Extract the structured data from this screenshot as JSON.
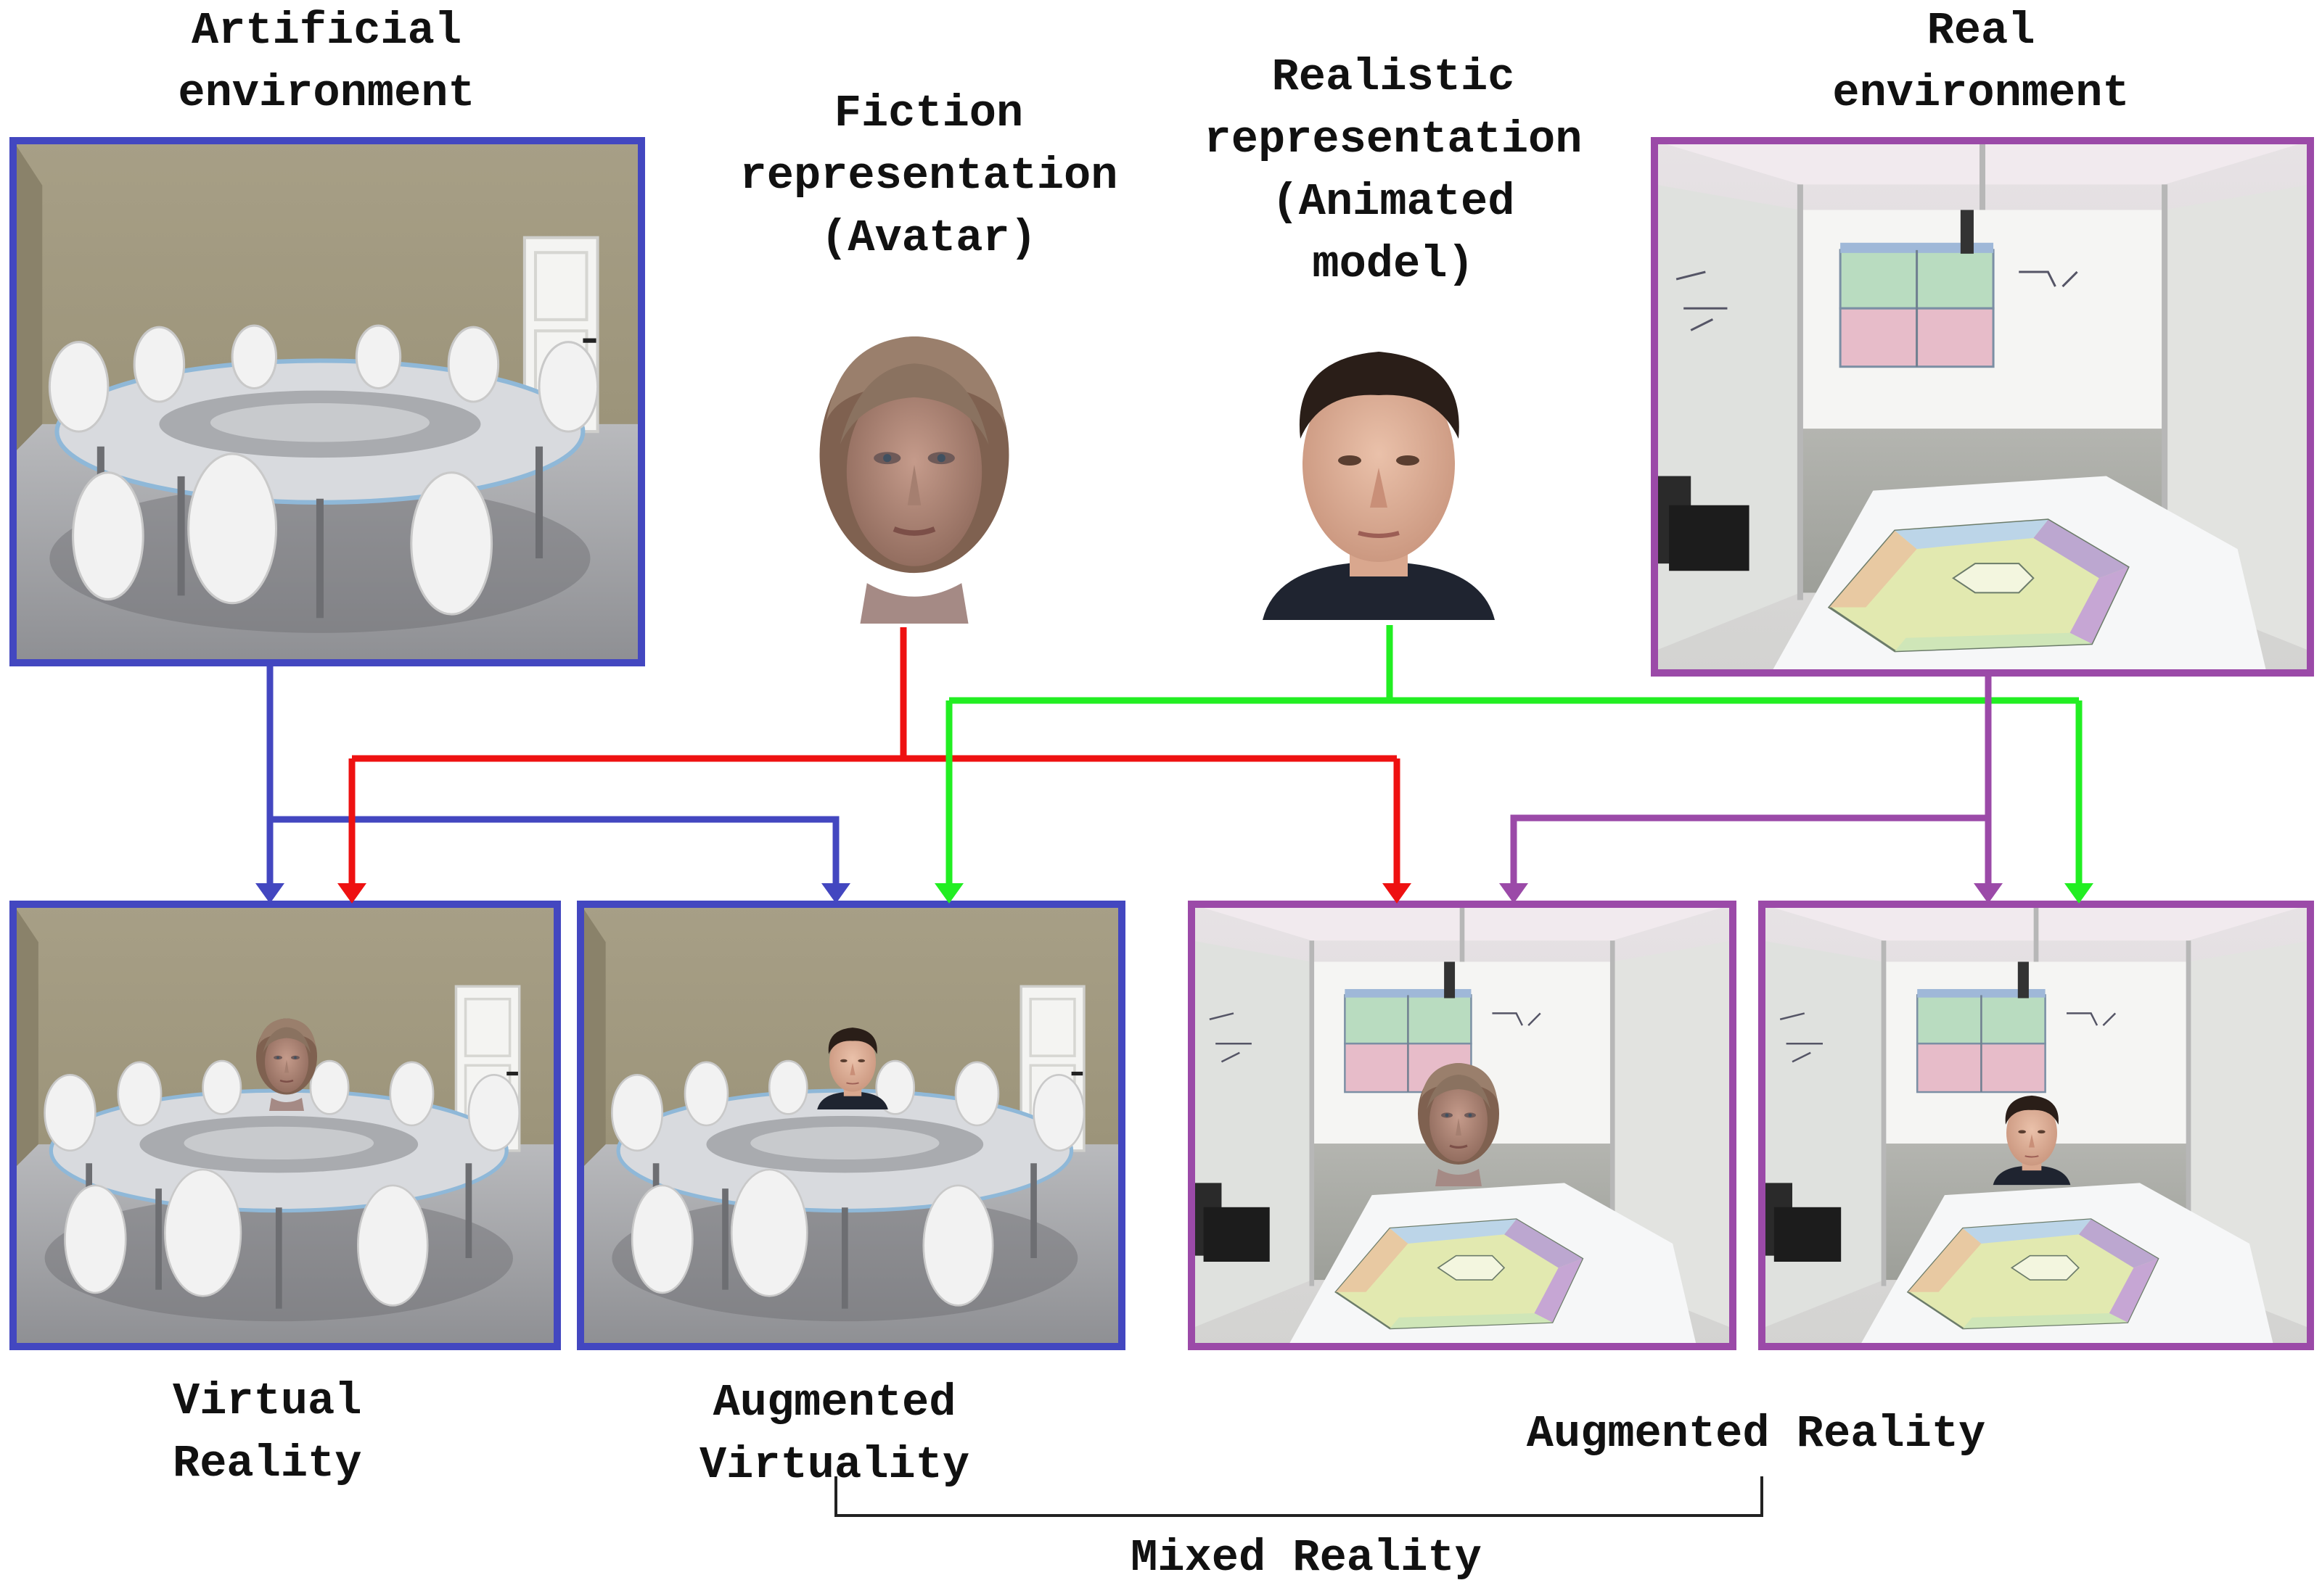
{
  "labels": {
    "artificial": [
      "Artificial",
      "environment"
    ],
    "fiction": [
      "Fiction",
      "representation",
      "(Avatar)"
    ],
    "realistic": [
      "Realistic",
      "representation",
      "(Animated",
      "model)"
    ],
    "real": [
      "Real",
      "environment"
    ],
    "virtual_reality": [
      "Virtual",
      "Reality"
    ],
    "augmented_virtuality": [
      "Augmented",
      "Virtuality"
    ],
    "augmented_reality": "Augmented Reality",
    "mixed_reality": "Mixed Reality"
  },
  "colors": {
    "virtual": "#4347c0",
    "real": "#9b4aa8",
    "fiction": "#ee1111",
    "realistic": "#22ee22",
    "bracket": "#222222"
  }
}
